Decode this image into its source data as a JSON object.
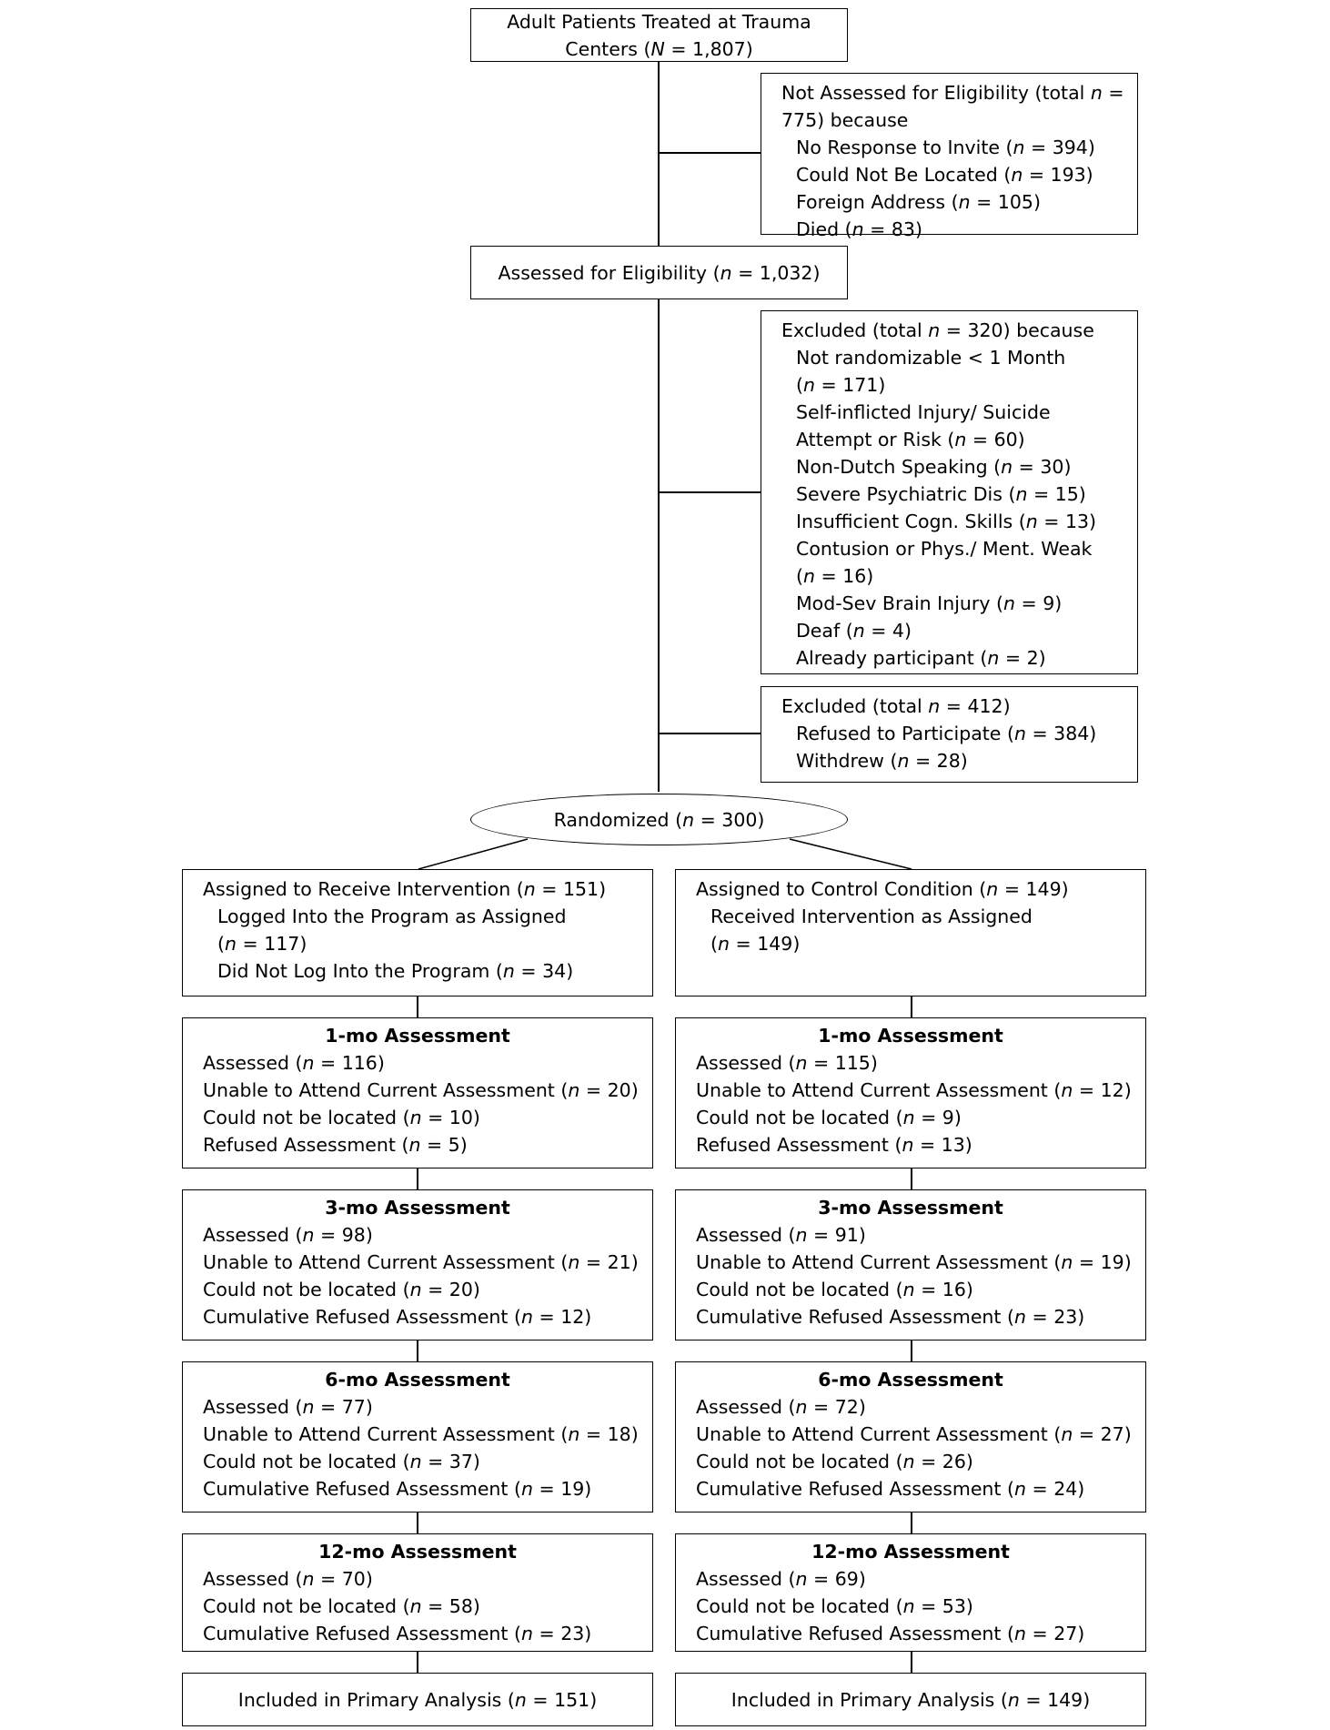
{
  "top": {
    "text_a": "Adult Patients Treated at Trauma",
    "text_b": "Centers (",
    "var": "N",
    "text_c": " = 1,807)"
  },
  "not_assessed": {
    "title_a": "Not Assessed for Eligibility (total ",
    "title_b": " =",
    "title_c": "775) because",
    "items": [
      {
        "label": "No Response to Invite",
        "n": "394"
      },
      {
        "label": "Could Not Be Located",
        "n": "193"
      },
      {
        "label": "Foreign Address",
        "n": "105"
      },
      {
        "label": "Died",
        "n": "83"
      }
    ]
  },
  "assessed": {
    "label": "Assessed for Eligibility",
    "n": "1,032"
  },
  "excluded1": {
    "title_a": "Excluded (total ",
    "title_b": " = 320) because",
    "items": [
      {
        "pre": "Not randomizable < 1 Month",
        "lineb_pre": "(",
        "var": "n",
        "lineb_post": " = 171)"
      },
      {
        "pre": "Self-inflicted Injury/ Suicide",
        "lineb_pre": "Attempt or Risk (",
        "var": "n",
        "lineb_post": " = 60)"
      },
      {
        "single": "Non-Dutch Speaking",
        "n": "30"
      },
      {
        "single": "Severe Psychiatric Dis",
        "n": "15"
      },
      {
        "single": "Insufficient Cogn. Skills",
        "n": "13"
      },
      {
        "pre": "Contusion or Phys./ Ment. Weak",
        "lineb_pre": "(",
        "var": "n",
        "lineb_post": " = 16)"
      },
      {
        "single": "Mod-Sev Brain Injury",
        "n": "9"
      },
      {
        "single": "Deaf",
        "n": "4"
      },
      {
        "single": "Already participant",
        "n": "2"
      }
    ]
  },
  "excluded2": {
    "title_a": "Excluded (total ",
    "title_b": " = 412)",
    "items": [
      {
        "label": "Refused to Participate",
        "n": "384"
      },
      {
        "label": "Withdrew",
        "n": "28"
      }
    ]
  },
  "randomized": {
    "label": "Randomized",
    "n": "300"
  },
  "nvar": "n",
  "arms": [
    {
      "assign": {
        "title": "Assigned to Receive Intervention",
        "n": "151",
        "sub1": "Logged Into the Program as Assigned",
        "sub1_n": "117",
        "sub2": "Did Not Log Into the Program",
        "sub2_n": "34"
      },
      "assessments": [
        {
          "heading": "1-mo Assessment",
          "rows": [
            {
              "label": "Assessed",
              "n": "116"
            },
            {
              "label": "Unable to Attend Current Assessment",
              "n": "20"
            },
            {
              "label": "Could not be located",
              "n": "10"
            },
            {
              "label": "Refused Assessment",
              "n": "5"
            }
          ]
        },
        {
          "heading": "3-mo Assessment",
          "rows": [
            {
              "label": "Assessed",
              "n": "98"
            },
            {
              "label": "Unable to Attend Current Assessment",
              "n": "21"
            },
            {
              "label": "Could not be located",
              "n": "20"
            },
            {
              "label": "Cumulative Refused Assessment",
              "n": "12"
            }
          ]
        },
        {
          "heading": "6-mo Assessment",
          "rows": [
            {
              "label": "Assessed",
              "n": "77"
            },
            {
              "label": "Unable to Attend Current Assessment",
              "n": "18"
            },
            {
              "label": "Could not be located",
              "n": "37"
            },
            {
              "label": "Cumulative Refused Assessment",
              "n": "19"
            }
          ]
        },
        {
          "heading": "12-mo Assessment",
          "rows": [
            {
              "label": "Assessed",
              "n": "70"
            },
            {
              "label": "Could not be located",
              "n": "58"
            },
            {
              "label": "Cumulative Refused Assessment",
              "n": "23"
            }
          ]
        }
      ],
      "final": {
        "label": "Included in Primary Analysis",
        "n": "151"
      }
    },
    {
      "assign": {
        "title": "Assigned to Control Condition",
        "n": "149",
        "sub1": "Received Intervention as Assigned",
        "sub1_n": "149"
      },
      "assessments": [
        {
          "heading": "1-mo Assessment",
          "rows": [
            {
              "label": "Assessed",
              "n": "115"
            },
            {
              "label": "Unable to Attend Current Assessment",
              "n": "12"
            },
            {
              "label": "Could not be located",
              "n": "9"
            },
            {
              "label": "Refused Assessment",
              "n": "13"
            }
          ]
        },
        {
          "heading": "3-mo Assessment",
          "rows": [
            {
              "label": "Assessed",
              "n": "91"
            },
            {
              "label": "Unable to Attend Current Assessment",
              "n": "19"
            },
            {
              "label": "Could not be located",
              "n": "16"
            },
            {
              "label": "Cumulative Refused Assessment",
              "n": "23"
            }
          ]
        },
        {
          "heading": "6-mo Assessment",
          "rows": [
            {
              "label": "Assessed",
              "n": "72"
            },
            {
              "label": "Unable to Attend Current Assessment",
              "n": "27"
            },
            {
              "label": "Could not be located",
              "n": "26"
            },
            {
              "label": "Cumulative Refused Assessment",
              "n": "24"
            }
          ]
        },
        {
          "heading": "12-mo Assessment",
          "rows": [
            {
              "label": "Assessed",
              "n": "69"
            },
            {
              "label": "Could not be located",
              "n": "53"
            },
            {
              "label": "Cumulative Refused Assessment",
              "n": "27"
            }
          ]
        }
      ],
      "final": {
        "label": "Included in Primary Analysis",
        "n": "149"
      }
    }
  ]
}
